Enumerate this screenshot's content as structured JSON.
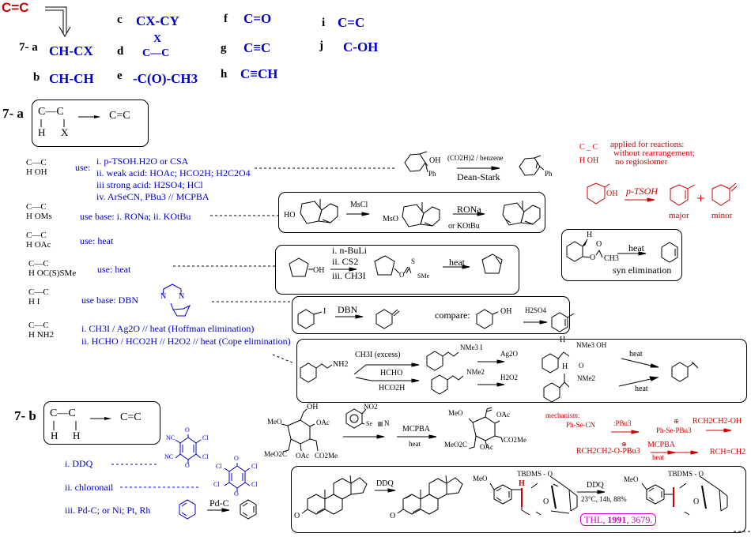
{
  "header": {
    "alkene": "C=C",
    "section_label": "7- a",
    "items": [
      {
        "letter": "b",
        "text": "CH-CH"
      },
      {
        "letter": "c",
        "text": "CX-CY"
      },
      {
        "letter": "d",
        "text": "C—C",
        "top": "X"
      },
      {
        "letter": "e",
        "text": "-C(O)-CH3"
      },
      {
        "letter": "f",
        "text": "C=O"
      },
      {
        "letter": "g",
        "text": "C≡C"
      },
      {
        "letter": "h",
        "text": "C≡CH"
      },
      {
        "letter": "i",
        "text": "C=C"
      },
      {
        "letter": "j",
        "text": "C-OH"
      }
    ],
    "item_a": "CH-CX"
  },
  "section_7a": {
    "label": "7- a",
    "scheme": {
      "left_top": "C—C",
      "left_h": "H",
      "left_x": "X",
      "product": "C=C"
    },
    "rows": [
      {
        "substrate_top": "C—C",
        "substrate_bottom": "H  OH",
        "use_label": "use:",
        "lines": [
          "i. p-TSOH.H2O  or  CSA",
          "ii.  weak acid:  HOAc; HCO2H; H2C2O4",
          "iii  strong acid: H2SO4;  HCl",
          "iv.  ArSeCN, PBu3 // MCPBA"
        ]
      },
      {
        "substrate_top": "C—C",
        "substrate_bottom": "H  OMs",
        "lines": [
          "use base:  i. RONa;  ii. KOtBu"
        ]
      },
      {
        "substrate_top": "C—C",
        "substrate_bottom": "H  OAc",
        "lines": [
          "use:  heat"
        ]
      },
      {
        "substrate_top": "C—C",
        "substrate_bottom": "H  OC(S)SMe",
        "lines": [
          "use:  heat"
        ]
      },
      {
        "substrate_top": "C—C",
        "substrate_bottom": "H  I",
        "lines": [
          "use base:  DBN"
        ]
      },
      {
        "substrate_top": "C—C",
        "substrate_bottom": "H  NH2",
        "lines": [
          "i.  CH3I / Ag2O //  heat     (Hoffman elimination)",
          "ii.  HCHO / HCO2H  //  H2O2  //  heat  (Cope elimination)"
        ]
      }
    ],
    "dbn_atoms": [
      "N",
      "N"
    ]
  },
  "reactions": {
    "dean_stark": {
      "substrate_oh": "OH",
      "substrate_ph": "Ph",
      "reagent_top": "(CO2H)2 / benzene",
      "reagent_bottom": "Dean-Stark",
      "product_ph": "Ph"
    },
    "mesylate": {
      "ho": "HO",
      "reagent1": "MsCl",
      "mso": "MsO",
      "reagent2_top": "RONa",
      "reagent2_bottom": "or  KOtBu"
    },
    "xanthate": {
      "oh": "OH",
      "reagents": [
        "i. n-BuLi",
        "ii. CS2",
        "iii. CH3I"
      ],
      "s": "S",
      "o": "O",
      "sme": "SMe",
      "heat": "heat"
    },
    "dbn": {
      "i": "I",
      "reagent": "DBN",
      "compare": "compare:",
      "oh": "OH",
      "acid": "H2SO4"
    },
    "amine": {
      "nh2": "NH2",
      "upper_reagent": "CH3I  (excess)",
      "lower_reagent_top": "HCHO",
      "lower_reagent_bottom": "HCO2H",
      "ammonium": "NMe3 I",
      "amine": "NMe2",
      "ag2o": "Ag2O",
      "h2o2": "H2O2",
      "h_upper": "H",
      "nme3_oh": "NMe3  OH",
      "h_lower": "H",
      "o_minus": "O",
      "nme2_oxide": "NMe2",
      "heat_upper": "heat",
      "heat_lower": "heat"
    }
  },
  "notes_red": {
    "substrate_top": "C _ C",
    "substrate_bottom": "H   OH",
    "lines": [
      "applied for reactions:",
      "without rearrangement;",
      "no regiosiomer"
    ],
    "oh": "OH",
    "reagent": "p-TSOH",
    "major": "major",
    "minor": "minor",
    "plus": "+"
  },
  "syn_box": {
    "h": "H",
    "o": "O",
    "ch3": "CH3",
    "o_link": "O",
    "heat": "heat",
    "caption": "syn elimination"
  },
  "section_7b": {
    "label": "7- b",
    "scheme": {
      "left_top": "C—C",
      "h1": "H",
      "h2": "H",
      "product": "C=C"
    },
    "reagents": [
      "i. DDQ",
      "ii. chloronail",
      "iii.  Pd-C; or Ni; Pt, Rh"
    ],
    "ddq_atoms": {
      "nc1": "NC",
      "nc2": "NC",
      "cl1": "Cl",
      "cl2": "Cl",
      "o1": "O",
      "o2": "O"
    },
    "chloranil_atoms": {
      "cl1": "Cl",
      "cl2": "Cl",
      "cl3": "Cl",
      "cl4": "Cl",
      "o1": "O",
      "o2": "O"
    },
    "pdc": "Pd-C"
  },
  "selenide": {
    "oh": "OH",
    "meo": "MeO",
    "oac1": "OAc",
    "meo2c": "MeO2C",
    "oac2": "OAc",
    "co2me": "CO2Me",
    "no2": "NO2",
    "se": "Se",
    "n": "N",
    "mcpba": "MCPBA",
    "heat": "heat",
    "p_meo": "MeO",
    "p_oac1": "OAc",
    "p_meo2c": "MeO2C",
    "p_oac2": "OAc",
    "p_co2me": "CO2Me"
  },
  "mechanism": {
    "title": "mechanism:",
    "phsecn": "Ph-Se-CN",
    "pbu3": ":PBu3",
    "phsepbu3": "Ph-Se-PBu3",
    "alcohol": "RCH2CH2-OH",
    "intermediate": "RCH2CH2-O-PBu3",
    "mcpba": "MCPBA",
    "heat": "heat",
    "product": "RCH=CH2"
  },
  "ddq_box": {
    "o1": "O",
    "reagent": "DDQ",
    "o2": "O",
    "meo": "MeO",
    "tbdms": "TBDMS - O",
    "h": "H",
    "o_ring": "O",
    "reagent2_top": "DDQ",
    "reagent2_bottom": "23°C, 14h, 88%",
    "p_meo": "MeO",
    "p_tbdms": "TBDMS - O",
    "p_o": "O",
    "ref_journal": "THL, ",
    "ref_year": "1991",
    "ref_page": ", 3679."
  }
}
